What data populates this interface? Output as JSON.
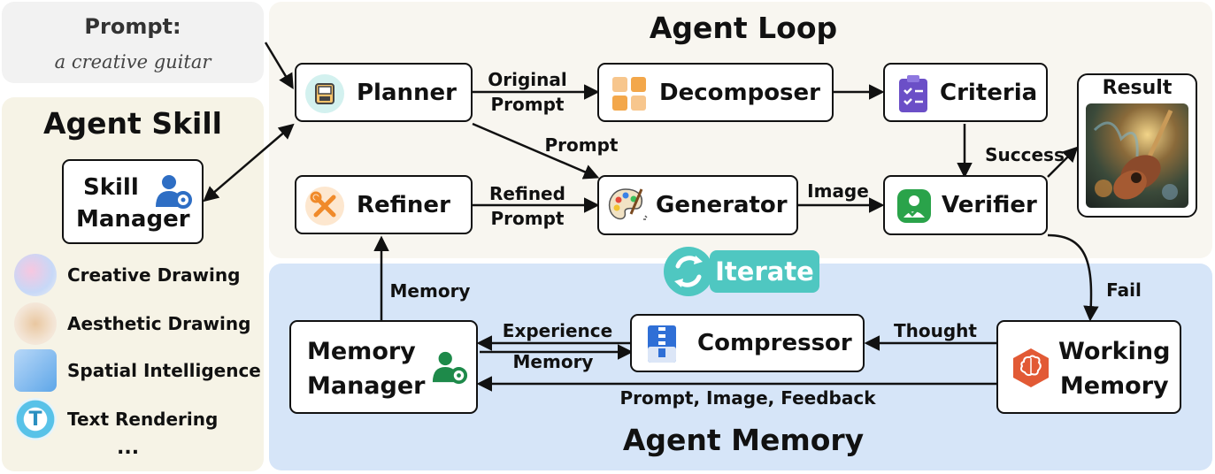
{
  "prompt": {
    "label": "Prompt:",
    "text": "a creative guitar"
  },
  "agent_loop": {
    "title": "Agent Loop"
  },
  "agent_skill": {
    "title": "Agent Skill",
    "manager": {
      "line1": "Skill",
      "line2": "Manager"
    },
    "skills": [
      "Creative Drawing",
      "Aesthetic Drawing",
      "Spatial Intelligence",
      "Text Rendering"
    ],
    "more": "..."
  },
  "agent_memory": {
    "title": "Agent Memory"
  },
  "nodes": {
    "planner": "Planner",
    "decomposer": "Decomposer",
    "criteria": "Criteria",
    "refiner": "Refiner",
    "generator": "Generator",
    "verifier": "Verifier",
    "result": "Result",
    "compressor": "Compressor",
    "memory_manager": {
      "line1": "Memory",
      "line2": "Manager"
    },
    "working_memory": {
      "line1": "Working",
      "line2": "Memory"
    }
  },
  "edges": {
    "original_prompt": {
      "line1": "Original",
      "line2": "Prompt"
    },
    "prompt": "Prompt",
    "refined_prompt": {
      "line1": "Refined",
      "line2": "Prompt"
    },
    "image": "Image",
    "success": "Success",
    "fail": "Fail",
    "memory_up": "Memory",
    "experience": "Experience",
    "memory_left": "Memory",
    "thought": "Thought",
    "feedback": "Prompt, Image, Feedback"
  },
  "iterate": "Iterate",
  "colors": {
    "loop_bg": "#f8f6f0",
    "skill_bg": "#f6f3e6",
    "memory_bg": "#d6e5f8",
    "prompt_bg": "#f2f2f2",
    "iterate_bg": "#4fc7c1"
  }
}
